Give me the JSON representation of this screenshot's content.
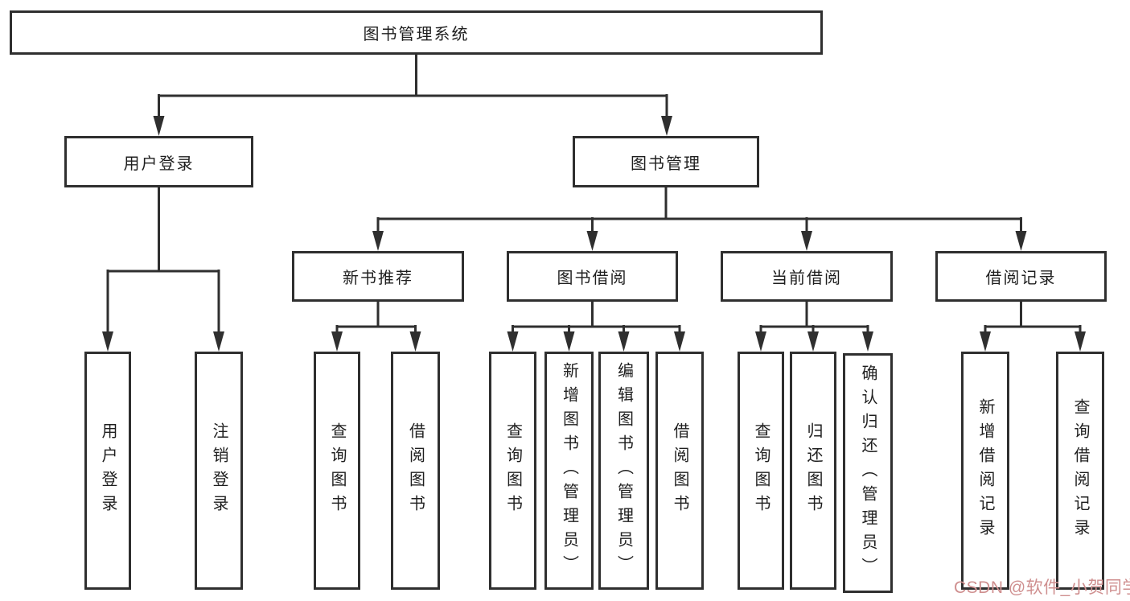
{
  "tree": {
    "label": "图书管理系统",
    "children": [
      {
        "label": "用户登录",
        "children": [
          {
            "label": "用户登录"
          },
          {
            "label": "注销登录"
          }
        ]
      },
      {
        "label": "图书管理",
        "children": [
          {
            "label": "新书推荐",
            "children": [
              {
                "label": "查询图书"
              },
              {
                "label": "借阅图书"
              }
            ]
          },
          {
            "label": "图书借阅",
            "children": [
              {
                "label": "查询图书"
              },
              {
                "label": "新增图书（管理员）"
              },
              {
                "label": "编辑图书（管理员）"
              },
              {
                "label": "借阅图书"
              }
            ]
          },
          {
            "label": "当前借阅",
            "children": [
              {
                "label": "查询图书"
              },
              {
                "label": "归还图书"
              },
              {
                "label": "确认归还（管理员）"
              }
            ]
          },
          {
            "label": "借阅记录",
            "children": [
              {
                "label": "新增借阅记录"
              },
              {
                "label": "查询借阅记录"
              }
            ]
          }
        ]
      }
    ]
  },
  "watermark": {
    "text": "CSDN @软件_小贺同学",
    "color": "#cf8f8f"
  },
  "colors": {
    "line": "#2f2f2f",
    "box_border": "#2f2f2f",
    "text": "#1f1f1f",
    "background": "#ffffff"
  }
}
